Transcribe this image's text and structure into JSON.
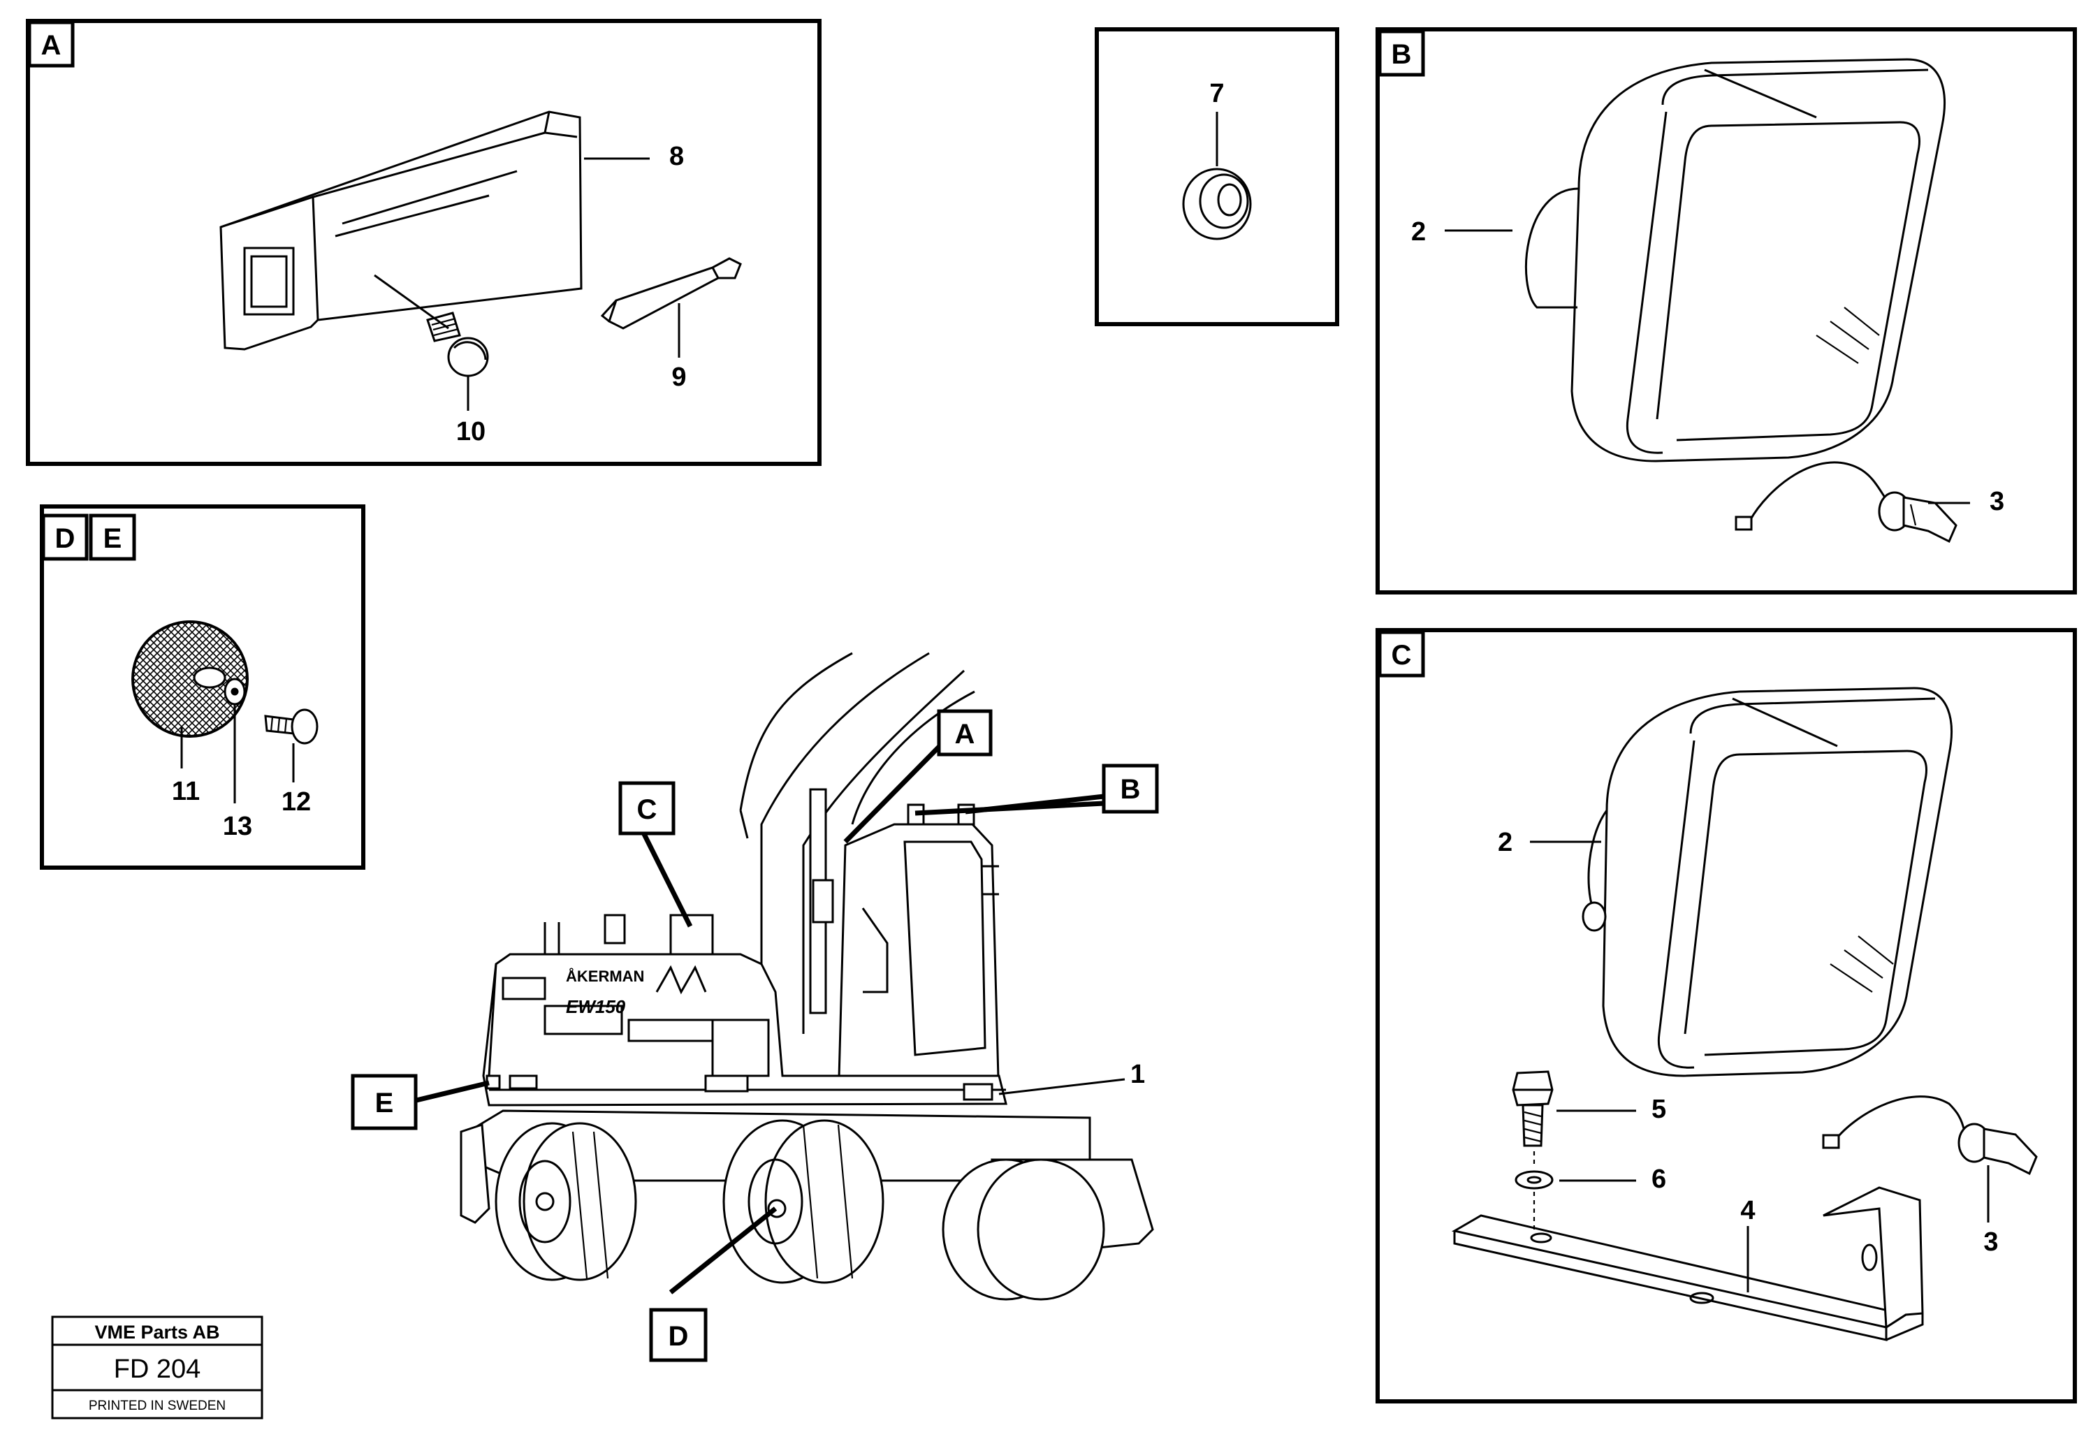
{
  "panels": {
    "A": {
      "tag": "A",
      "callouts": [
        "8",
        "9",
        "10"
      ]
    },
    "seal": {
      "callouts": [
        "7"
      ]
    },
    "B": {
      "tag": "B",
      "callouts": [
        "2",
        "3"
      ]
    },
    "DE": {
      "tags": [
        "D",
        "E"
      ],
      "callouts": [
        "11",
        "13",
        "12"
      ]
    },
    "C": {
      "tag": "C",
      "callouts": [
        "2",
        "5",
        "6",
        "4",
        "3"
      ]
    }
  },
  "machine": {
    "tags": [
      "A",
      "B",
      "C",
      "D",
      "E"
    ],
    "callout": "1",
    "brand": "ÅKERMAN",
    "model": "EW150"
  },
  "title_block": {
    "company": "VME Parts AB",
    "code": "FD 204",
    "printed": "PRINTED IN SWEDEN"
  }
}
